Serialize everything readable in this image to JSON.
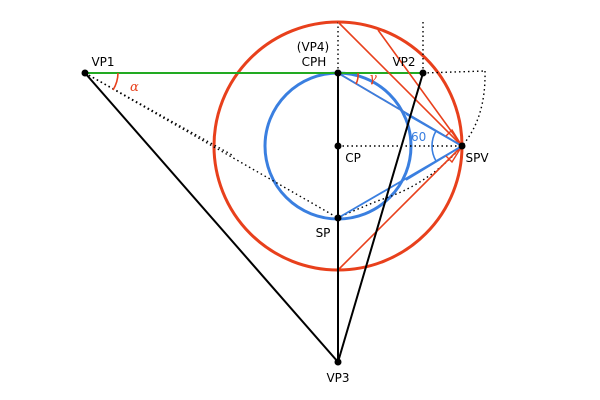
{
  "labels": {
    "vp1": "VP1",
    "vp2": "VP2",
    "vp3": "VP3",
    "vp4": "(VP4)",
    "cph": "CPH",
    "cp": "CP",
    "sp": "SP",
    "spv": "SPV",
    "alpha": "α",
    "gamma": "γ",
    "sixty": "60"
  },
  "colors": {
    "horizon": "#22aa22",
    "viewCircle": "#e8401c",
    "innerCircle": "#3a7fe0",
    "line": "#000000",
    "dotted": "#000000"
  }
}
